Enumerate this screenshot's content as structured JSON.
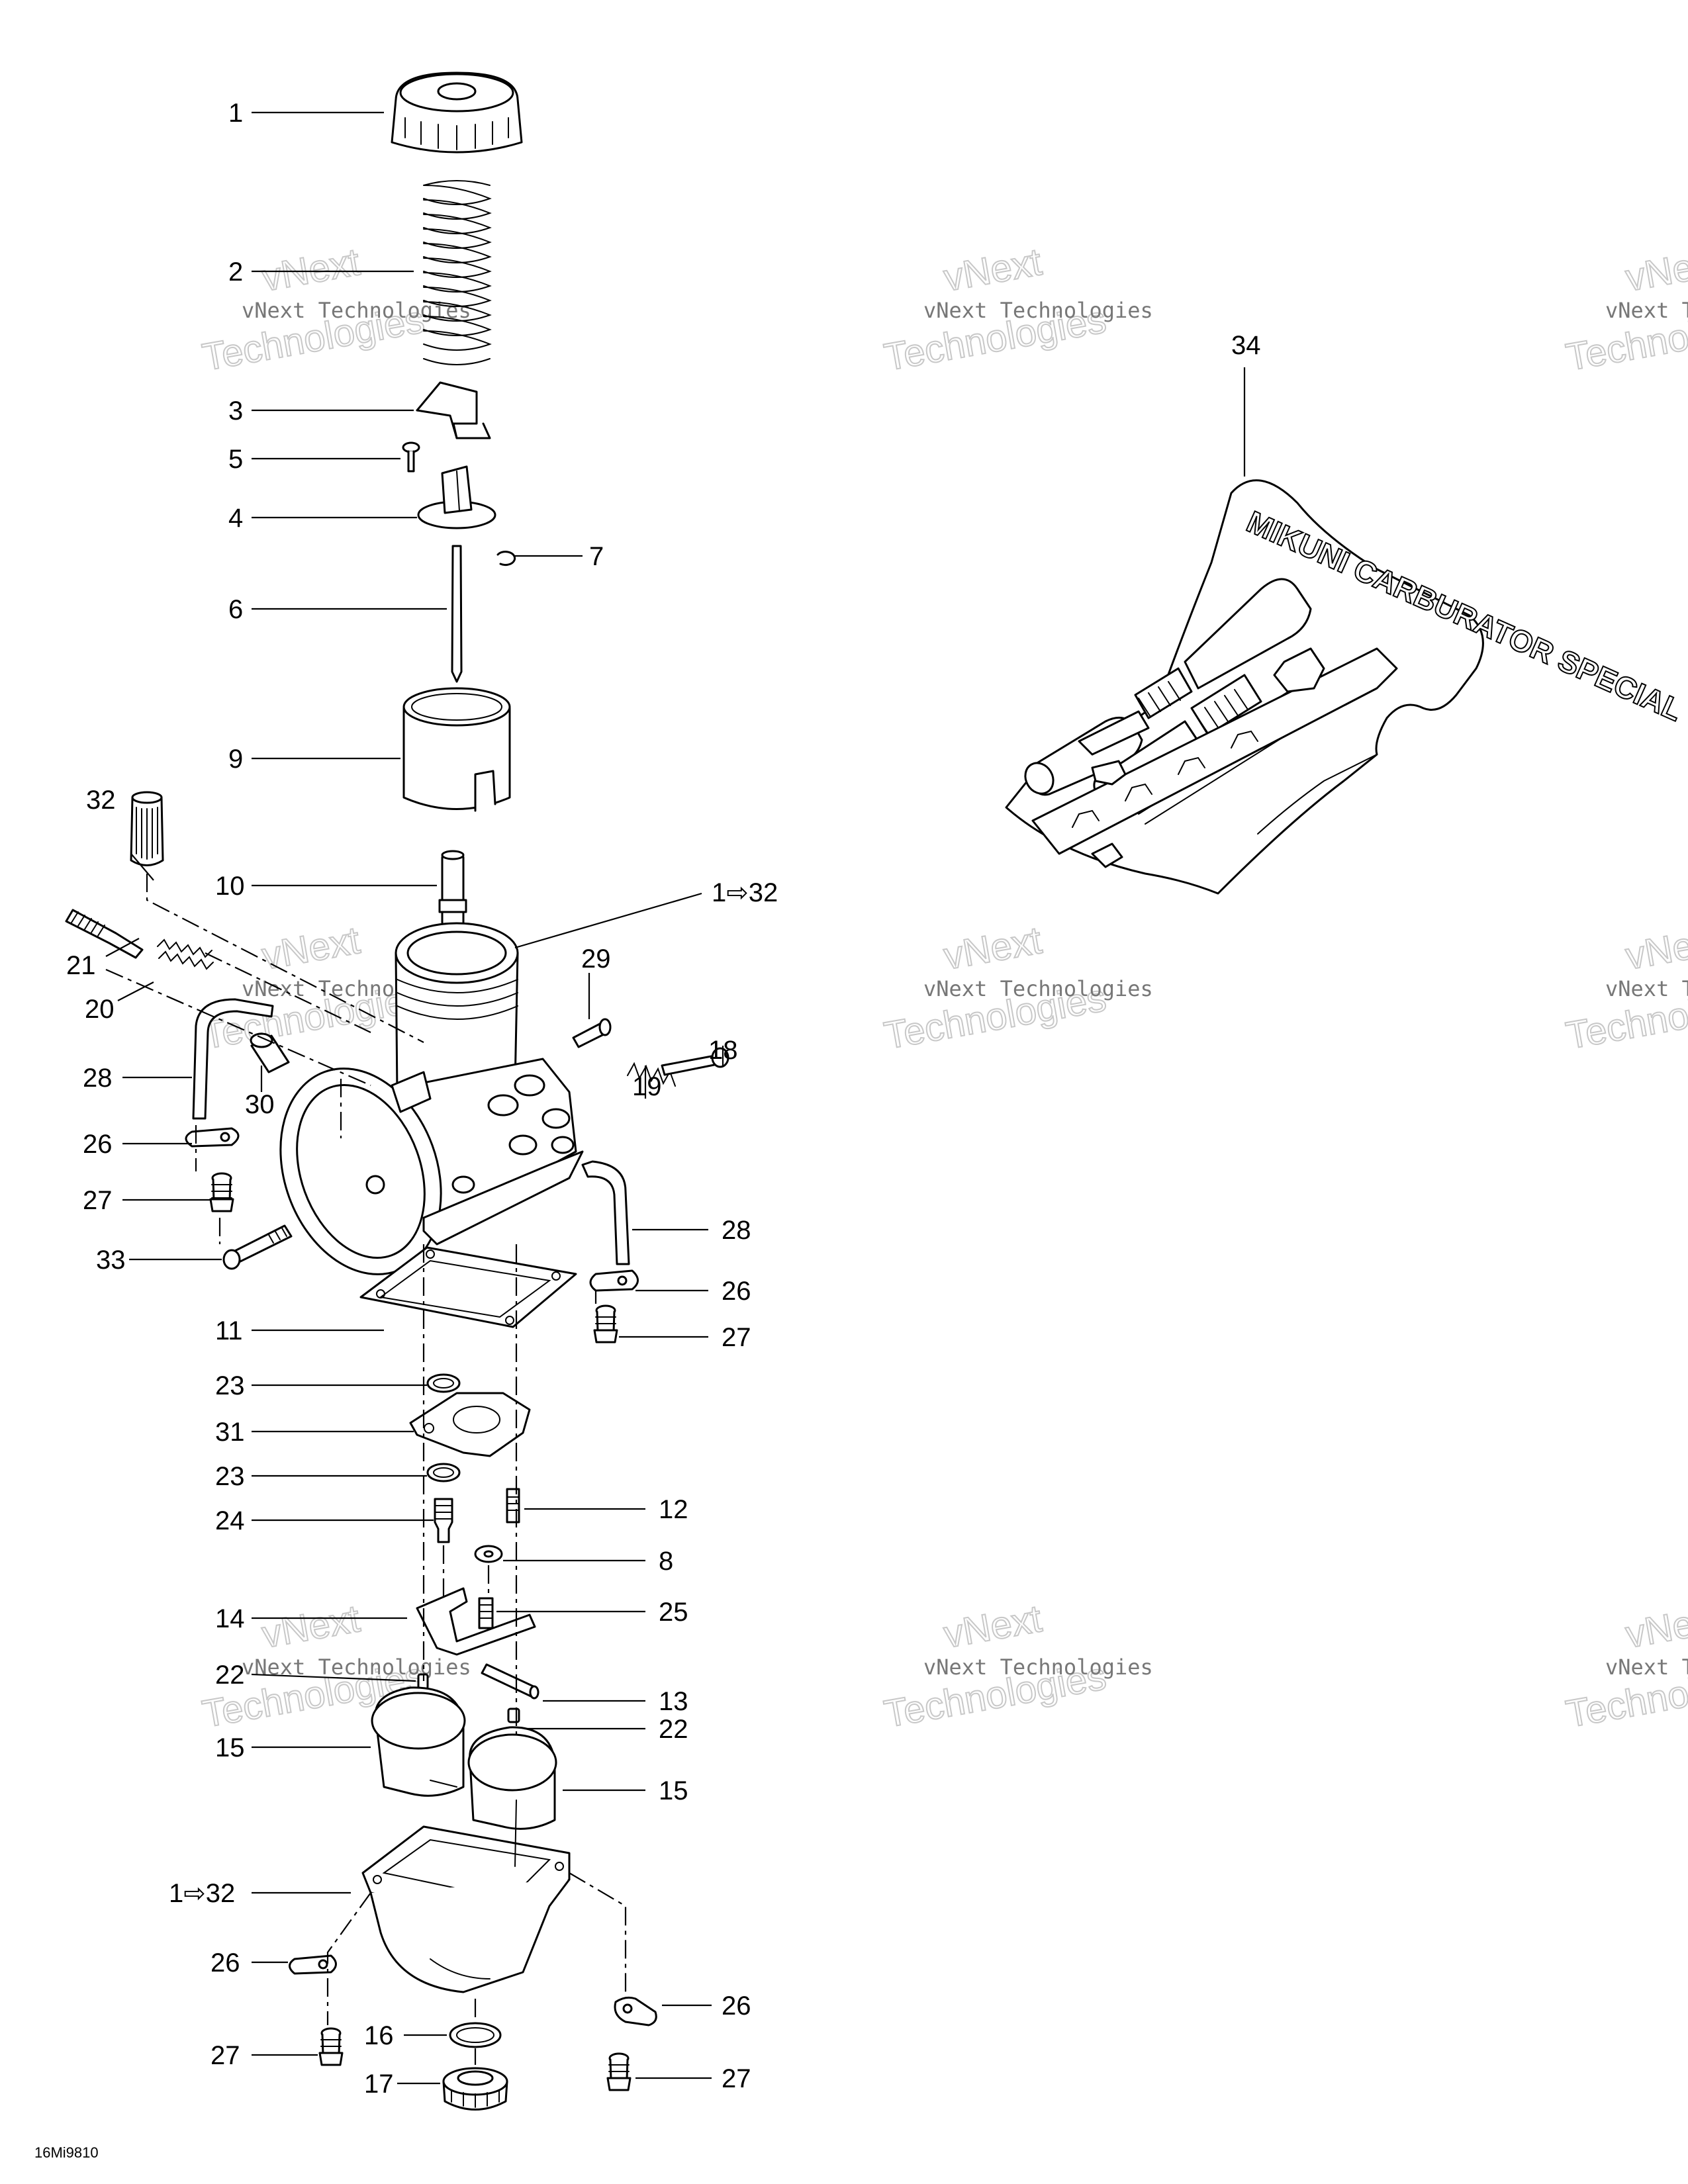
{
  "drawing_id": "16Mi9810",
  "watermark": {
    "line1": "vNext Technologies",
    "line2": "vNext",
    "line3": "Technologies"
  },
  "callouts": {
    "c1": "1",
    "c2": "2",
    "c3": "3",
    "c4": "4",
    "c5": "5",
    "c6": "6",
    "c7": "7",
    "c8": "8",
    "c9": "9",
    "c10": "10",
    "c11": "11",
    "c12": "12",
    "c13": "13",
    "c14": "14",
    "c15a": "15",
    "c15b": "15",
    "c16": "16",
    "c17": "17",
    "c18": "18",
    "c19": "19",
    "c20": "20",
    "c21": "21",
    "c22a": "22",
    "c22b": "22",
    "c23a": "23",
    "c23b": "23",
    "c24": "24",
    "c25": "25",
    "c26a": "26",
    "c26b": "26",
    "c26c": "26",
    "c26d": "26",
    "c27a": "27",
    "c27b": "27",
    "c27c": "27",
    "c27d": "27",
    "c28a": "28",
    "c28b": "28",
    "c29": "29",
    "c30": "30",
    "c31": "31",
    "c32": "32",
    "c33": "33",
    "c34": "34",
    "range_a": "1⇨32",
    "range_b": "1⇨32"
  },
  "tool_kit_label": "MIKUNI CARBURATOR SPECIAL TOOLS"
}
